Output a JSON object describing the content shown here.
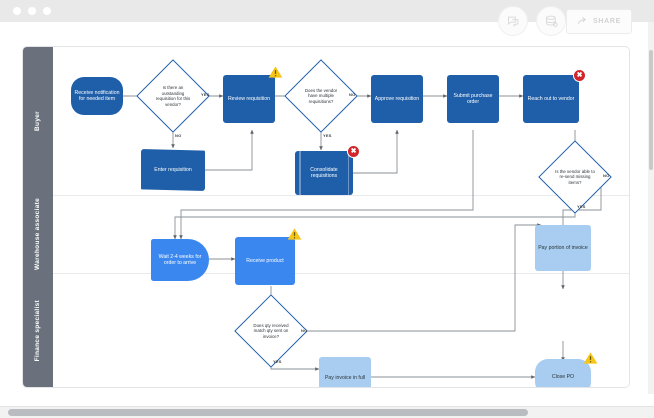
{
  "window": {
    "dots": [
      "close",
      "minimize",
      "maximize"
    ]
  },
  "toolbar": {
    "comment_icon": "comment-icon",
    "data_icon": "database-icon",
    "share_icon": "share-arrow-icon",
    "share_label": "SHARE"
  },
  "board": {
    "lanes": [
      {
        "id": "buyer",
        "label": "Buyer"
      },
      {
        "id": "warehouse",
        "label": "Warehouse associate"
      },
      {
        "id": "finance",
        "label": "Finance specialist"
      }
    ],
    "nodes": [
      {
        "id": "n1",
        "label": "Receive notification for needed item",
        "lane": "buyer",
        "style": "dark",
        "shape": "round"
      },
      {
        "id": "n2",
        "label": "Is there an outstanding requisition for this vendor?",
        "lane": "buyer",
        "style": "decision",
        "shape": "diamond"
      },
      {
        "id": "n3",
        "label": "Enter requisition",
        "lane": "buyer",
        "style": "dark",
        "shape": "doc"
      },
      {
        "id": "n4",
        "label": "Review requisition",
        "lane": "buyer",
        "style": "dark",
        "shape": "rect",
        "badge": "warning"
      },
      {
        "id": "n5",
        "label": "Does the vendor have multiple requisitions?",
        "lane": "buyer",
        "style": "decision",
        "shape": "diamond"
      },
      {
        "id": "n6",
        "label": "Consolidate requisitions",
        "lane": "buyer",
        "style": "dark",
        "shape": "stack",
        "badge": "error"
      },
      {
        "id": "n7",
        "label": "Approve requisition",
        "lane": "buyer",
        "style": "dark",
        "shape": "rect"
      },
      {
        "id": "n8",
        "label": "Submit purchase order",
        "lane": "buyer",
        "style": "dark",
        "shape": "rect"
      },
      {
        "id": "n9",
        "label": "Reach out to vendor",
        "lane": "buyer",
        "style": "dark",
        "shape": "rect",
        "badge": "error"
      },
      {
        "id": "n10",
        "label": "Is the vendor able to re-send missing items?",
        "lane": "buyer",
        "style": "decision",
        "shape": "diamond"
      },
      {
        "id": "n11",
        "label": "Wait 2-4 weeks for order to arrive",
        "lane": "warehouse",
        "style": "blue",
        "shape": "dshape"
      },
      {
        "id": "n12",
        "label": "Receive product",
        "lane": "warehouse",
        "style": "blue",
        "shape": "rect",
        "badge": "warning"
      },
      {
        "id": "n13",
        "label": "Does qty received match qty sent on invoice?",
        "lane": "finance",
        "style": "decision",
        "shape": "diamond"
      },
      {
        "id": "n14",
        "label": "Pay portion of invoice",
        "lane": "finance",
        "style": "pale",
        "shape": "rect"
      },
      {
        "id": "n15",
        "label": "Pay invoice in full",
        "lane": "finance",
        "style": "pale",
        "shape": "rect"
      },
      {
        "id": "n16",
        "label": "Close PO",
        "lane": "finance",
        "style": "pale",
        "shape": "round"
      }
    ],
    "edge_labels": [
      {
        "id": "e1",
        "text": "YES",
        "from": "n2",
        "to": "n4"
      },
      {
        "id": "e2",
        "text": "NO",
        "from": "n2",
        "to": "n3"
      },
      {
        "id": "e3",
        "text": "NO",
        "from": "n5",
        "to": "n7"
      },
      {
        "id": "e4",
        "text": "YES",
        "from": "n5",
        "to": "n6"
      },
      {
        "id": "e5",
        "text": "YES",
        "from": "n10",
        "to": "n11"
      },
      {
        "id": "e6",
        "text": "NO",
        "from": "n10",
        "to": "n14"
      },
      {
        "id": "e7",
        "text": "NO",
        "from": "n13",
        "to": "n14"
      },
      {
        "id": "e8",
        "text": "YES",
        "from": "n13",
        "to": "n15"
      }
    ],
    "badges": {
      "error_glyph": "✖",
      "error_color": "#d0252b",
      "warning_color": "#f5c518"
    }
  },
  "colors": {
    "node_dark": "#1f5fa9",
    "node_blue": "#3b87f0",
    "node_pale": "#a8cdf0",
    "lane_header": "#6b717c",
    "connector": "#7d8287"
  }
}
